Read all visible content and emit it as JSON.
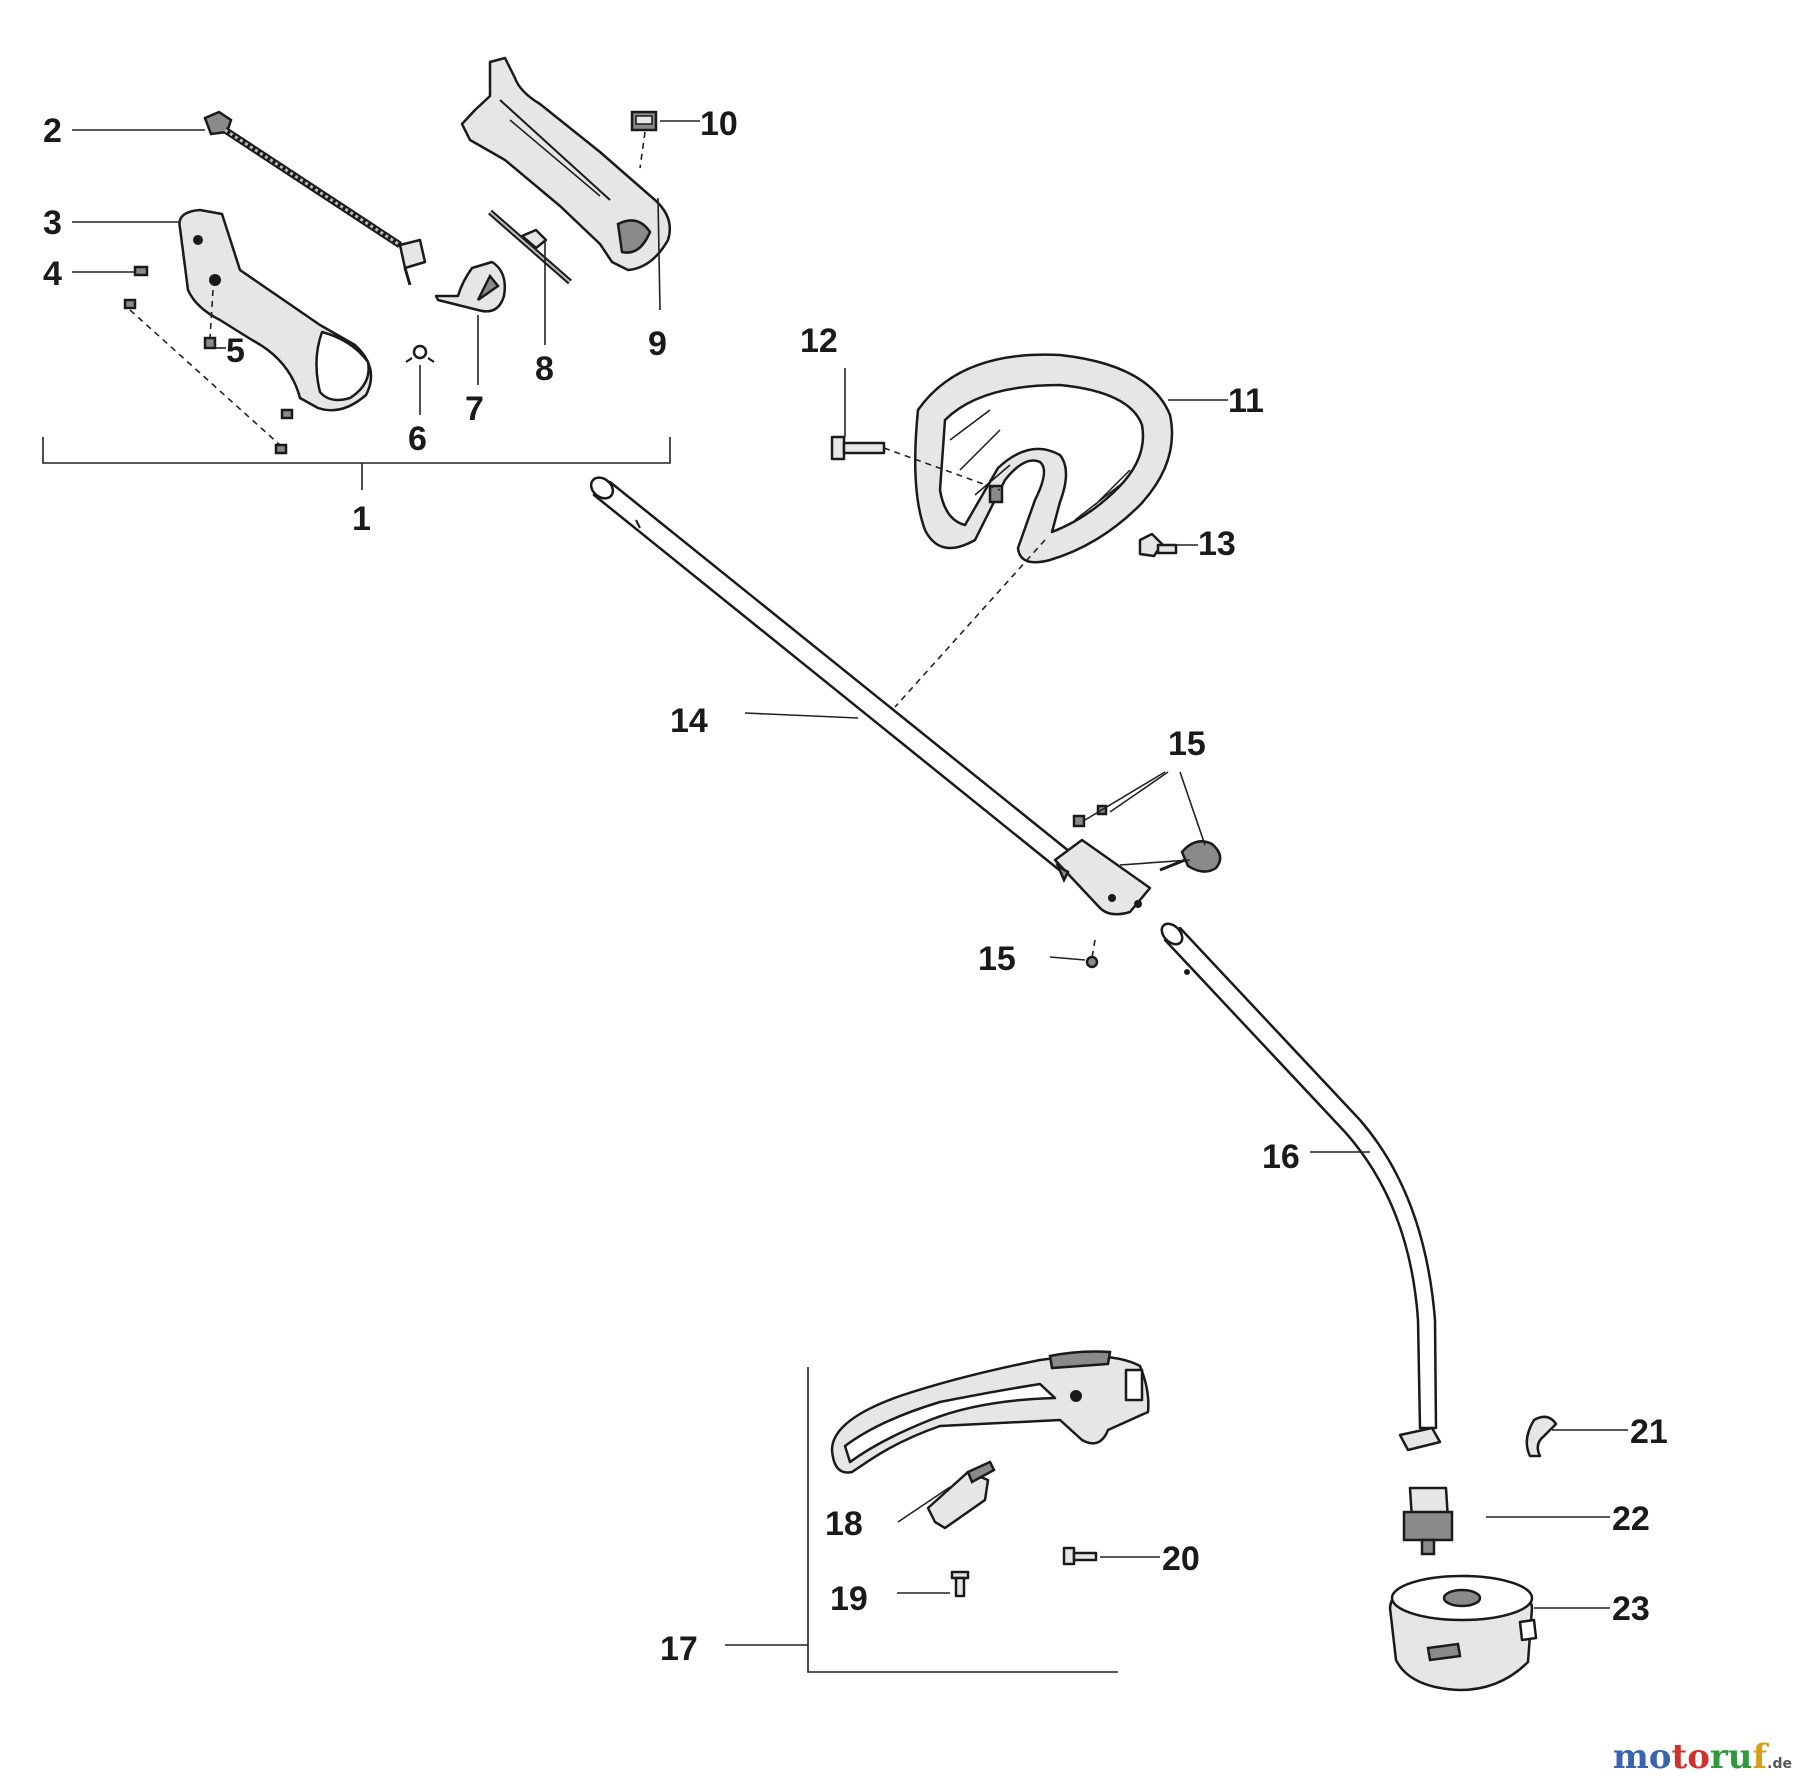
{
  "parts": {
    "p1": "1",
    "p2": "2",
    "p3": "3",
    "p4": "4",
    "p5": "5",
    "p6": "6",
    "p7": "7",
    "p8": "8",
    "p9": "9",
    "p10": "10",
    "p11": "11",
    "p12": "12",
    "p13": "13",
    "p14": "14",
    "p15a": "15",
    "p15b": "15",
    "p16": "16",
    "p17": "17",
    "p18": "18",
    "p19": "19",
    "p20": "20",
    "p21": "21",
    "p22": "22",
    "p23": "23"
  },
  "watermark": {
    "m1": "mo",
    "m2": "to",
    "m3": "ru",
    "m4": "f",
    "tld": ".de"
  }
}
